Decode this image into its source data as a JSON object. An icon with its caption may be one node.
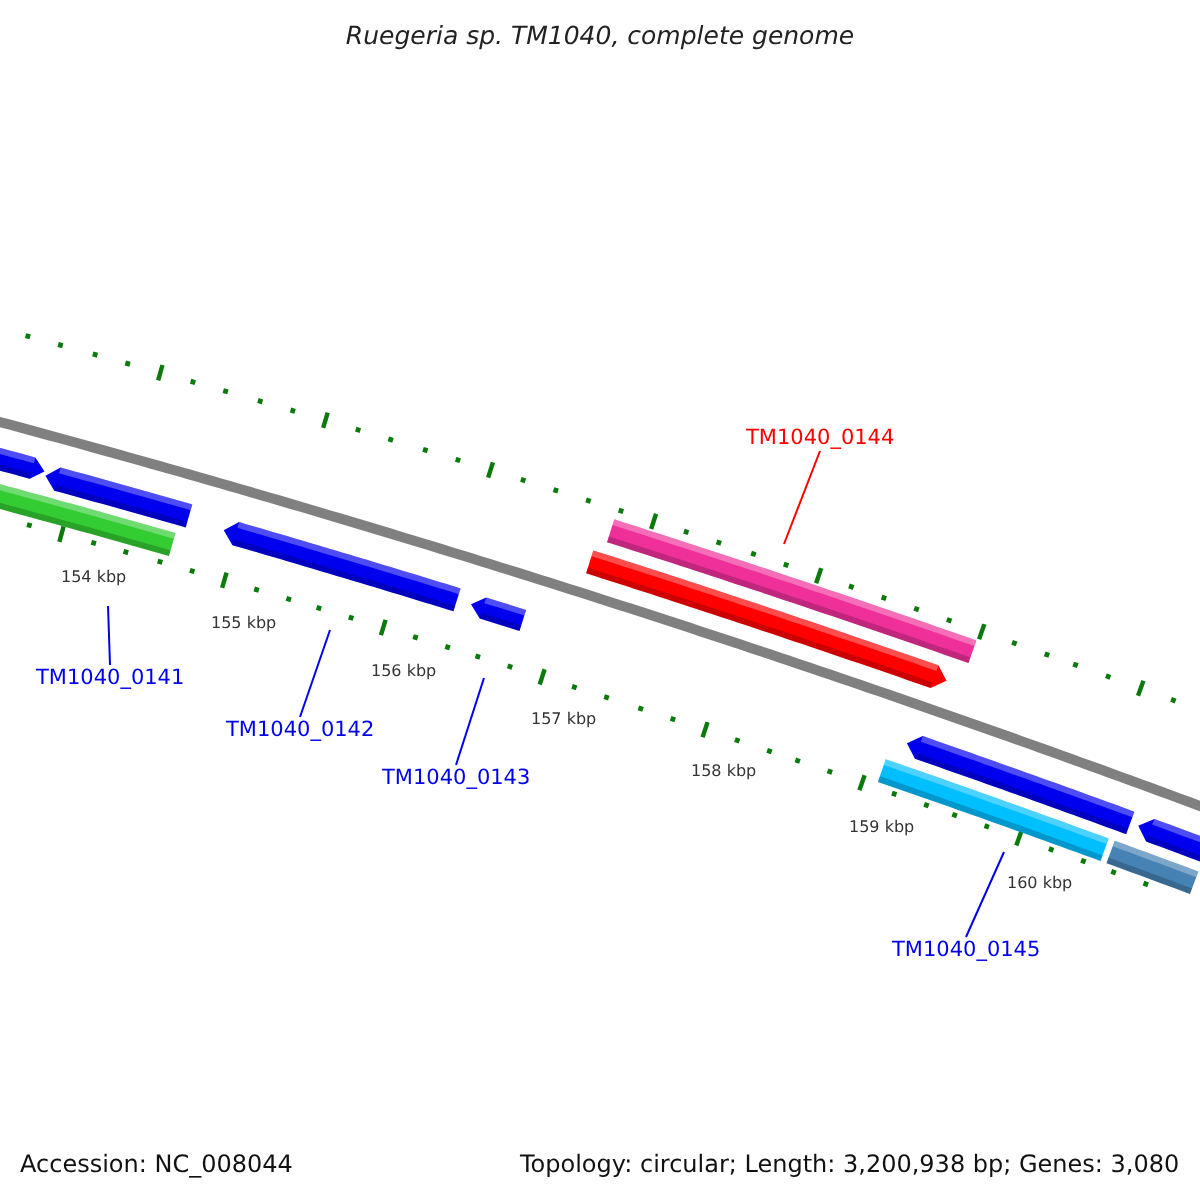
{
  "diagram": {
    "title": "Ruegeria sp. TM1040, complete genome",
    "nodes": [
      {
        "text": [
          "TM1040_0141"
        ]
      },
      {
        "text": [
          "TM1040_0142"
        ]
      },
      {
        "text": [
          "TM1040_0143"
        ]
      },
      {
        "text": [
          "TM1040_0144"
        ]
      },
      {
        "text": [
          "TM1040_0145"
        ]
      }
    ],
    "edges": [
      {
        "from": 0,
        "to": null,
        "arrow": "none"
      },
      {
        "from": 1,
        "to": null,
        "arrow": "none"
      },
      {
        "from": 2,
        "to": null,
        "arrow": "none"
      },
      {
        "from": 3,
        "to": null,
        "arrow": "none",
        "color": "#ff0000"
      },
      {
        "from": 4,
        "to": null,
        "arrow": "none"
      }
    ],
    "labels": [
      "154 kbp",
      "155 kbp",
      "156 kbp",
      "157 kbp",
      "158 kbp",
      "159 kbp",
      "160 kbp",
      "Accession: NC_008044",
      "Topology: circular; Length: 3,200,938 bp; Genes: 3,080"
    ]
  }
}
